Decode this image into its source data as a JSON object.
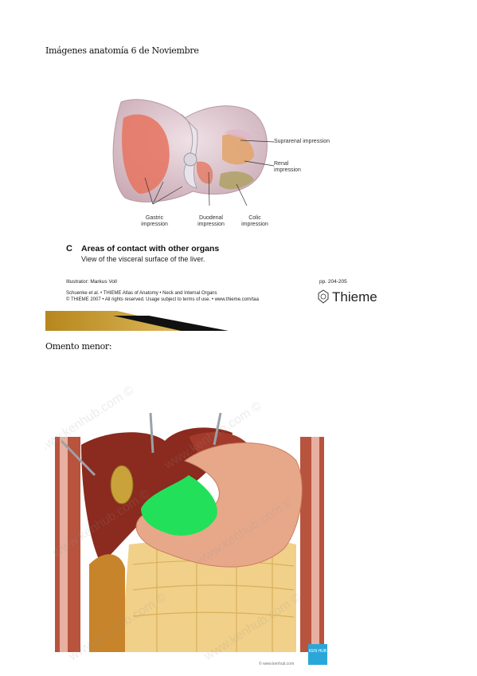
{
  "document": {
    "heading_1": "Imágenes anatomía 6 de Noviembre",
    "heading_2": "Omento menor:"
  },
  "figure_1": {
    "labels": {
      "suprarenal": "Suprarenal impression",
      "renal": "Renal impression",
      "gastric": "Gastric impression",
      "duodenal": "Duodenal impression",
      "colic": "Colic impression"
    },
    "caption_letter": "C",
    "caption_title": "Areas of contact with other organs",
    "caption_subtitle": "View of the visceral surface of the liver.",
    "illustrator": "Illustrator: Markus Voll",
    "pages": "pp. 204-205",
    "source_line": "Schuenke et al. • THIEME Atlas of Anatomy • Neck and Internal Organs",
    "rights_line": "© THIEME 2007 • All rights reserved. Usage subject to terms of use. • www.thieme.com/taa",
    "brand": "Thieme"
  },
  "figure_2": {
    "watermark": "www.kenhub.com ©",
    "url": "© www.kenhub.com",
    "logo_text": "KEN HUB",
    "colors": {
      "omentum": "#22e05a",
      "liver": "#8b2a1f",
      "stomach": "#e7a88a",
      "fat": "#f1d089",
      "gallbladder": "#c9a23a"
    }
  }
}
